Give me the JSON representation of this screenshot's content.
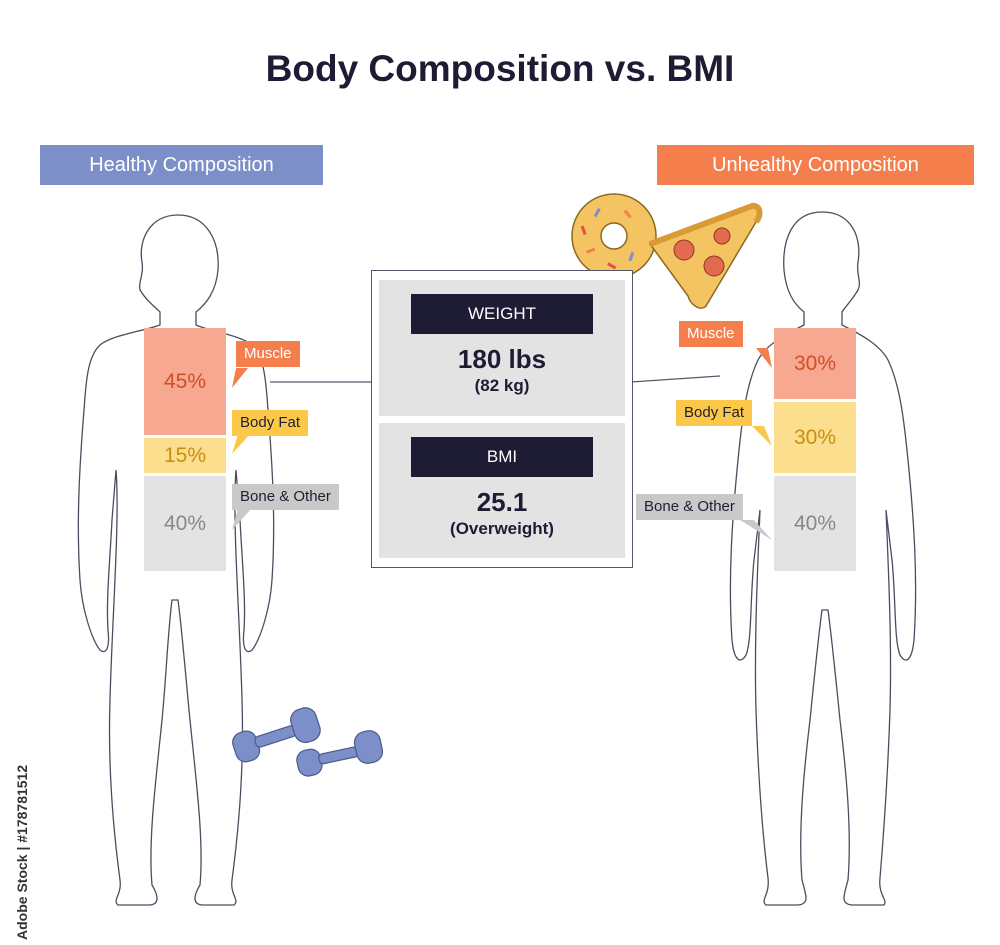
{
  "title": "Body Composition vs. BMI",
  "left": {
    "heading": "Healthy Composition",
    "segments": [
      {
        "label": "Muscle",
        "value": "45%"
      },
      {
        "label": "Body Fat",
        "value": "15%"
      },
      {
        "label": "Bone & Other",
        "value": "40%"
      }
    ]
  },
  "right": {
    "heading": "Unhealthy Composition",
    "segments": [
      {
        "label": "Muscle",
        "value": "30%"
      },
      {
        "label": "Body Fat",
        "value": "30%"
      },
      {
        "label": "Bone & Other",
        "value": "40%"
      }
    ]
  },
  "weight": {
    "heading": "WEIGHT",
    "value": "180 lbs",
    "sub": "(82 kg)"
  },
  "bmi": {
    "heading": "BMI",
    "value": "25.1",
    "sub": "(Overweight)"
  },
  "watermark": "Adobe Stock | #178781512",
  "colors": {
    "healthy_accent": "#7d8fc8",
    "unhealthy_accent": "#f47f4d",
    "muscle": "#f7a890",
    "fat": "#fbde8e",
    "bone": "#e3e3e3",
    "label_dark": "#1d1c34"
  }
}
